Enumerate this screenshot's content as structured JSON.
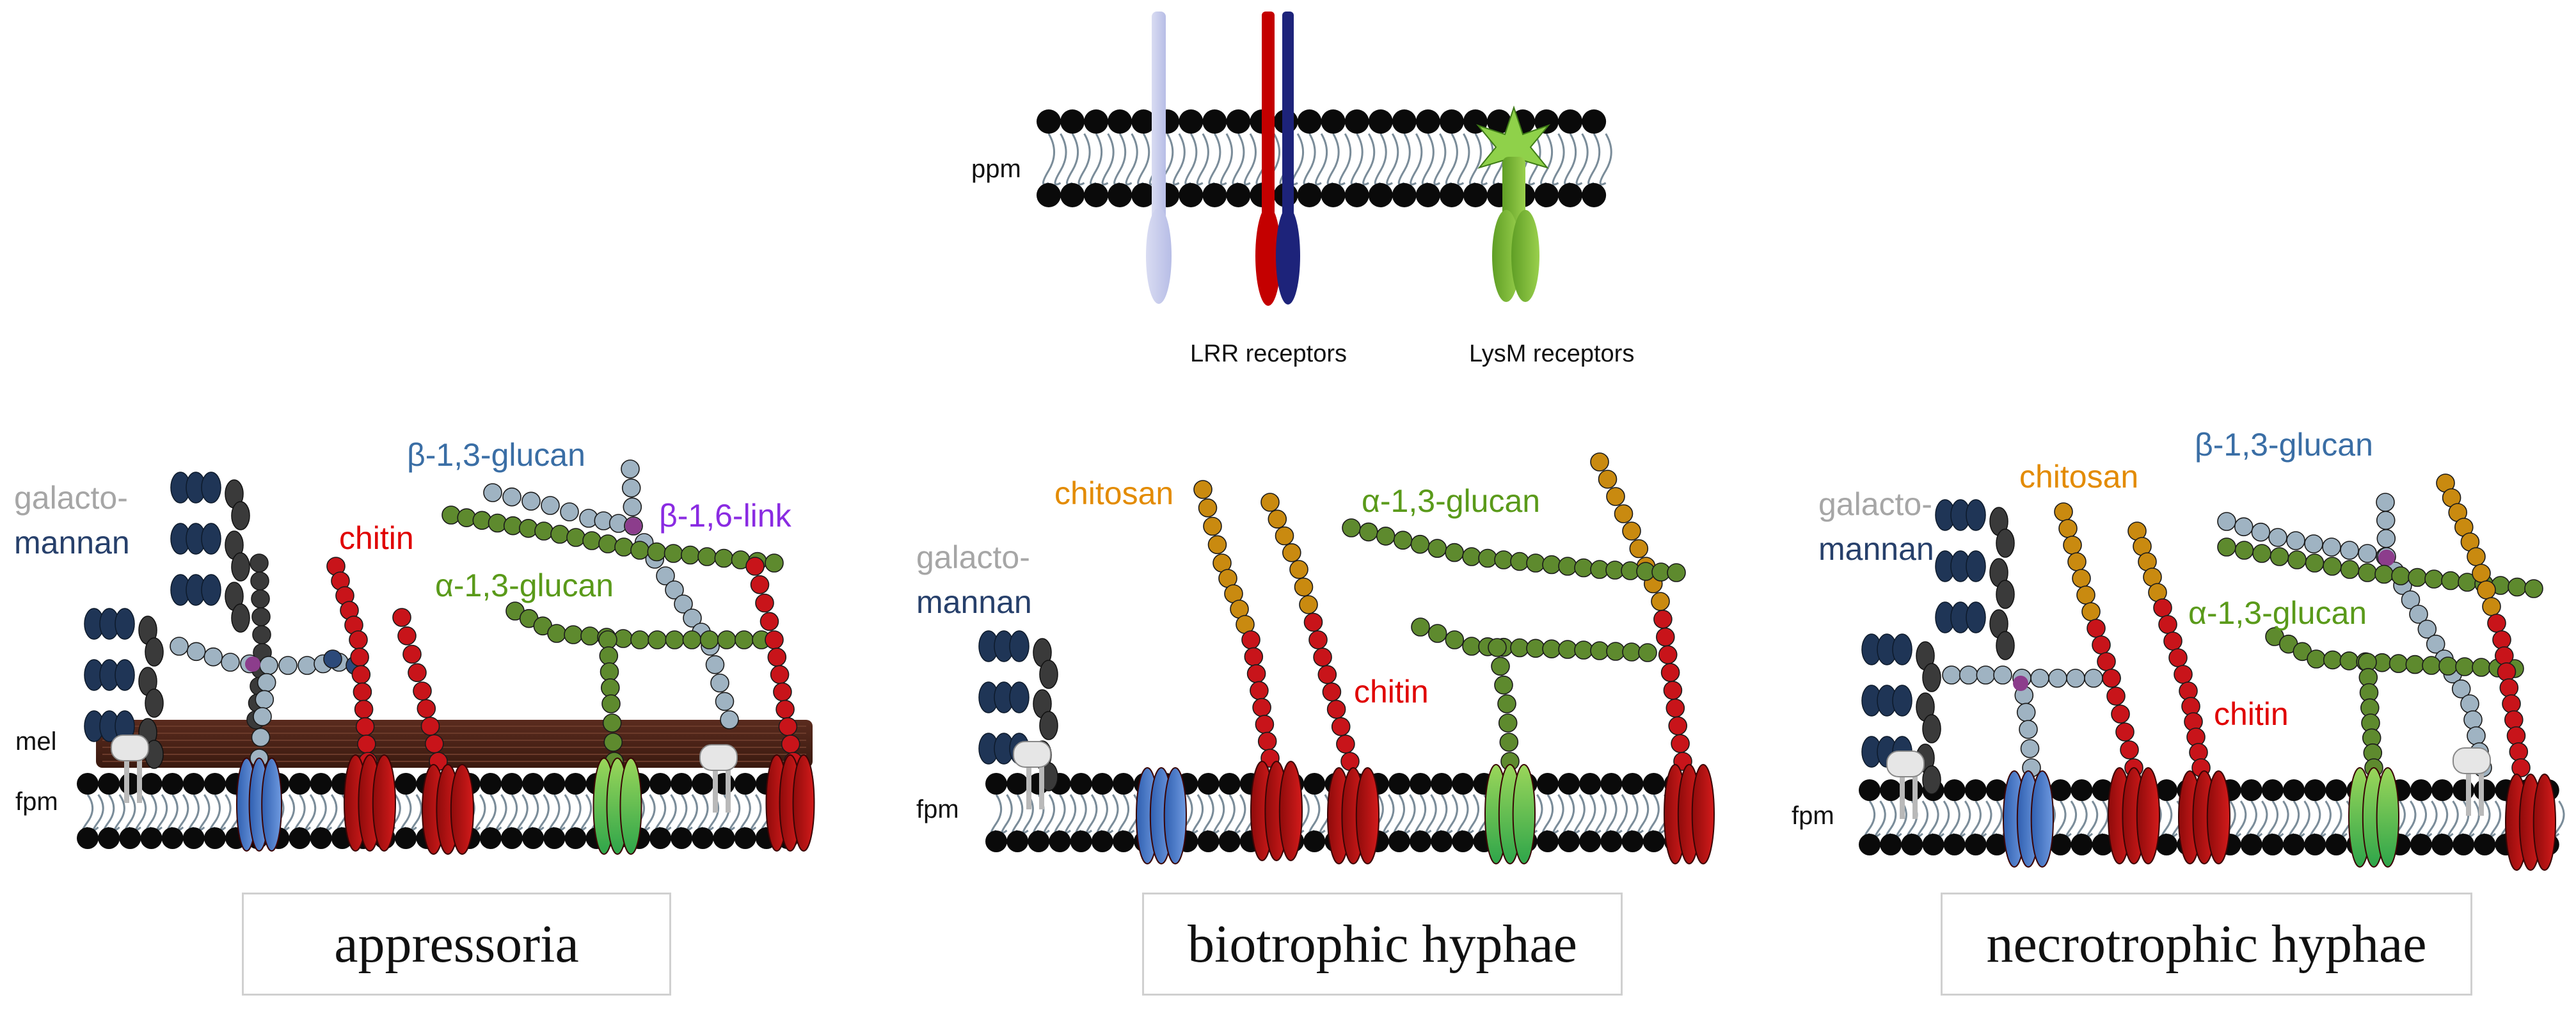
{
  "top": {
    "membrane_label": "ppm",
    "receptors": [
      {
        "label": "LRR receptors"
      },
      {
        "label": "LysM receptors"
      }
    ]
  },
  "panels": [
    {
      "caption": "appressoria",
      "membrane_label": "fpm",
      "melanin_label": "mel",
      "labels": {
        "galacto": "galacto-",
        "mannan": "mannan",
        "chitin": "chitin",
        "b13": "β-1,3-glucan",
        "b16": "β-1,6-link",
        "a13": "α-1,3-glucan"
      }
    },
    {
      "caption": "biotrophic hyphae",
      "membrane_label": "fpm",
      "labels": {
        "galacto": "galacto-",
        "mannan": "mannan",
        "chitosan": "chitosan",
        "chitin": "chitin",
        "a13": "α-1,3-glucan"
      }
    },
    {
      "caption": "necrotrophic hyphae",
      "membrane_label": "fpm",
      "labels": {
        "galacto": "galacto-",
        "mannan": "mannan",
        "chitosan": "chitosan",
        "b13": "β-1,3-glucan",
        "a13": "α-1,3-glucan",
        "chitin": "chitin"
      }
    }
  ],
  "colors": {
    "chitin": "#c8141a",
    "chitosan": "#c98a10",
    "b13_glucan": "#9fb3c2",
    "a13_glucan": "#5e8a2e",
    "mannan": "#1f3556",
    "galactan": "#3a3a3a",
    "b16_link": "#8c3d8c",
    "melanin": "#4a2218",
    "label_chitin": "#e00000",
    "label_chitosan": "#e38b00",
    "label_b13": "#3a6ea5",
    "label_a13": "#5a9a1a",
    "label_b16": "#8a2be2",
    "label_galacto": "#a6a6a6",
    "label_mannan": "#27406b"
  }
}
